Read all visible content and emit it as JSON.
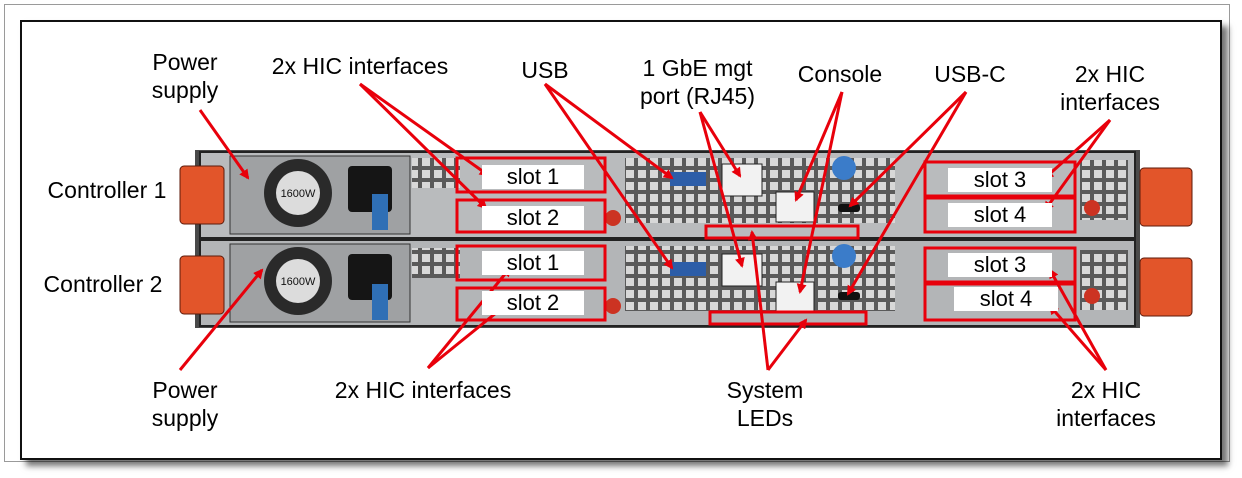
{
  "colors": {
    "callout_red": "#e8000b",
    "chassis": "#3a3a3a",
    "handle": "#e2552a",
    "panel_border": "#111111"
  },
  "labels": {
    "power_supply_top": [
      "Power",
      "supply"
    ],
    "hic_top_left": "2x HIC interfaces",
    "usb": "USB",
    "mgmt_port": [
      "1 GbE mgt",
      "port (RJ45)"
    ],
    "console": "Console",
    "usb_c": "USB-C",
    "hic_top_right": [
      "2x HIC",
      "interfaces"
    ],
    "controller_1": "Controller 1",
    "controller_2": "Controller 2",
    "power_supply_bottom": [
      "Power",
      "supply"
    ],
    "hic_bottom_left": "2x HIC interfaces",
    "system_leds": [
      "System",
      "LEDs"
    ],
    "hic_bottom_right": [
      "2x HIC",
      "interfaces"
    ]
  },
  "slots": {
    "c1_slot1": "slot 1",
    "c1_slot2": "slot 2",
    "c1_slot3": "slot 3",
    "c1_slot4": "slot 4",
    "c2_slot1": "slot 1",
    "c2_slot2": "slot 2",
    "c2_slot3": "slot 3",
    "c2_slot4": "slot 4"
  },
  "psu_rating": "1600W",
  "icons": [
    "fan-icon",
    "power-socket-icon",
    "usb-port-icon",
    "rj45-port-icon",
    "usb-c-port-icon"
  ]
}
